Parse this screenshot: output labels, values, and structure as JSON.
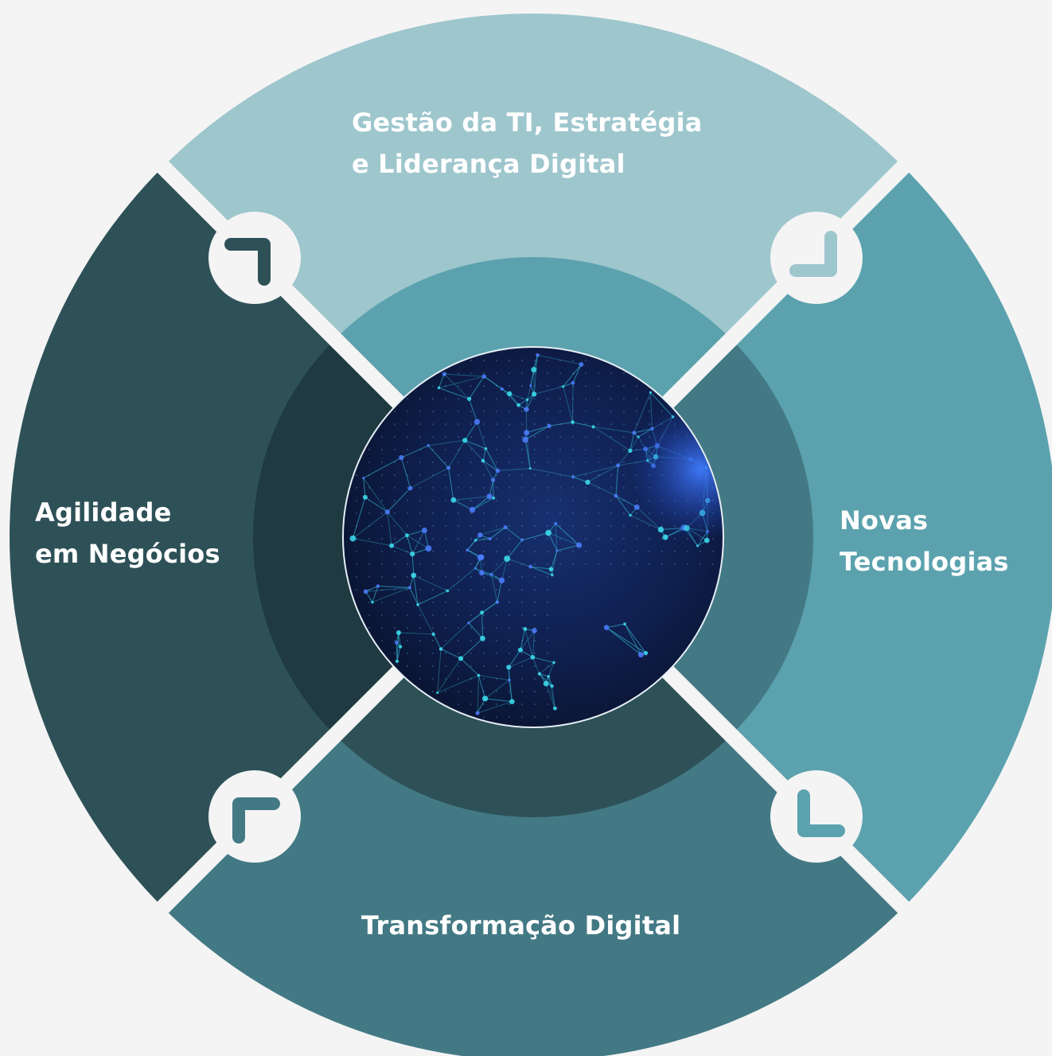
{
  "colors": {
    "background": "#f4f4f4",
    "segment_top": "#9ec6cd",
    "segment_right": "#5ba2ae",
    "segment_bottom": "#437985",
    "segment_left": "#2e5158",
    "ring_top": "#5ba2ae",
    "ring_right": "#437985",
    "ring_bottom": "#2e5158",
    "ring_left": "#1f3a41",
    "badge": "#f4f4f4",
    "globe_dark": "#0c1838",
    "network_line": "#2fa9c6",
    "network_node": "#3ee0f0"
  },
  "segments": {
    "top": {
      "lines": [
        "Gestão da TI, Estratégia",
        "e Liderança Digital"
      ]
    },
    "left": {
      "lines": [
        "Agilidade",
        "em Negócios"
      ]
    },
    "right": {
      "lines": [
        "Novas",
        "Tecnologias"
      ]
    },
    "bottom": {
      "lines": [
        "Transformação Digital"
      ]
    }
  },
  "badges": [
    {
      "position": "top-left",
      "icon": "corner-bracket-icon",
      "color": "#2e5158"
    },
    {
      "position": "top-right",
      "icon": "corner-bracket-icon",
      "color": "#9ec6cd"
    },
    {
      "position": "bottom-right",
      "icon": "corner-bracket-icon",
      "color": "#5ba2ae"
    },
    {
      "position": "bottom-left",
      "icon": "corner-bracket-icon",
      "color": "#437985"
    }
  ],
  "center": {
    "image": "globe-network-image"
  }
}
